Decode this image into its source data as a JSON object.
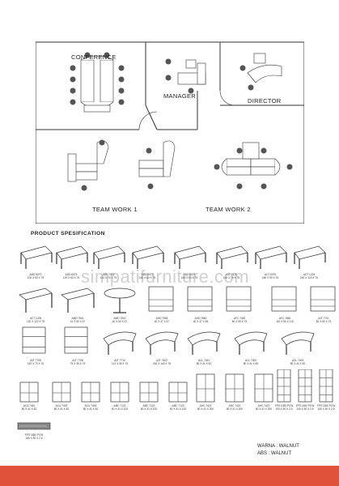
{
  "colors": {
    "footer": "#e0523a",
    "line": "#333333",
    "bg": "#ffffff"
  },
  "plan": {
    "rooms": {
      "conference": "CONFERENCE",
      "manager": "MANAGER",
      "director": "DIRECTOR",
      "team1": "TEAM WORK 1",
      "team2": "TEAM WORK 2"
    }
  },
  "section_title": "PRODUCT SPESIFICATION",
  "watermark": "simpatifurniture.com",
  "finish": {
    "warna": "WARNA : WALNUT",
    "abs": "ABS : WALNUT"
  },
  "products": [
    {
      "code": "ADD 5070",
      "dim": "100 X 50 X 75"
    },
    {
      "code": "ADD 6075",
      "dim": "120 X 60 X 75"
    },
    {
      "code": "ADD 7075",
      "dim": "140 X 70 X 75"
    },
    {
      "code": "ADD 8075",
      "dim": "160 X 80 X 75"
    },
    {
      "code": "ADD 9075",
      "dim": "180 X 80 X 75"
    },
    {
      "code": "AJT 7875",
      "dim": "160 X 78 X 75"
    },
    {
      "code": "ACT 0075",
      "dim": "180 X 90 X 75"
    },
    {
      "code": "ACT 1224",
      "dim": "240 X 120 X 75"
    },
    {
      "code": "ACT 1205",
      "dim": "120 X 120 X 75"
    },
    {
      "code": "AMD 7501",
      "dim": "41 X 50 X 57"
    },
    {
      "code": "AMD 7502",
      "dim": "40 X 50 X 57"
    },
    {
      "code": "AHD 7556",
      "dim": "40 X 47 X 67"
    },
    {
      "code": "AHD 7580",
      "dim": "40 X 47 X 65"
    },
    {
      "code": "AFC 7400",
      "dim": "60 X 50 X 75"
    },
    {
      "code": "AFC 1560",
      "dim": "110 X 50 X 110"
    },
    {
      "code": "AJT 7701",
      "dim": "80 X 60 X 75"
    },
    {
      "code": "AJT 7705",
      "dim": "152 X 70 X 75"
    },
    {
      "code": "AJT 7708",
      "dim": "75 X 36 X 75"
    },
    {
      "code": "AJT 7710",
      "dim": "112 X 36 X 75"
    },
    {
      "code": "AJT 7602",
      "dim": "162 X 140 X 75"
    },
    {
      "code": "ACL 7491",
      "dim": "80 X 41 X 82"
    },
    {
      "code": "ACL 7492",
      "dim": "80 X 41 X 82"
    },
    {
      "code": "ACL 7493",
      "dim": "80 X 41 X 82"
    },
    {
      "code": "ACA 7491",
      "dim": "80 X 41 X 82"
    },
    {
      "code": "ACU 7492",
      "dim": "80 X 41 X 82"
    },
    {
      "code": "ACU 7493",
      "dim": "80 X 41 X 82"
    },
    {
      "code": "AMC 7121",
      "dim": "80 X 41 X 120"
    },
    {
      "code": "AMC 7122",
      "dim": "80 X 41 X 120"
    },
    {
      "code": "AMC 7123",
      "dim": "80 X 41 X 120"
    },
    {
      "code": "AHC 7421",
      "dim": "80 X 41 X 200"
    },
    {
      "code": "AHC 7422",
      "dim": "80 X 41 X 200"
    },
    {
      "code": "AHC 7423",
      "dim": "80 X 41 X 200"
    },
    {
      "code": "FPS 1050 PCW",
      "dim": "100 X 50 X 2.5"
    },
    {
      "code": "FPS 1450 PCW",
      "dim": "140 X 50 X 2.5"
    },
    {
      "code": "FPS 1550 PCW",
      "dim": "150 X 50 X 2.5"
    },
    {
      "code": "FPS 1850 PCW",
      "dim": "180 X 50 X 2.5"
    }
  ]
}
